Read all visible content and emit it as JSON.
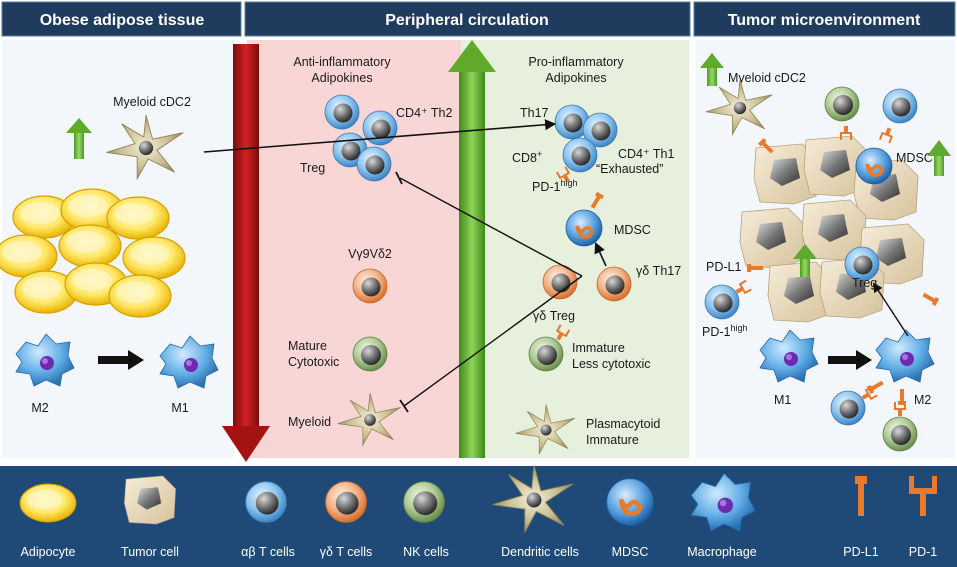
{
  "headers": {
    "obese": "Obese adipose tissue",
    "peripheral": "Peripheral circulation",
    "tumor": "Tumor microenvironment"
  },
  "obese": {
    "myeloid_cdc2": "Myeloid cDC2",
    "m2": "M2",
    "m1": "M1"
  },
  "peripheral": {
    "anti_inflammatory_line1": "Anti-inflammatory",
    "anti_inflammatory_line2": "Adipokines",
    "pro_inflammatory_line1": "Pro-inflammatory",
    "pro_inflammatory_line2": "Adipokines",
    "cd4_th2": "CD4⁺ Th2",
    "treg": "Treg",
    "vg9vd2": "Vγ9Vδ2",
    "mature_line1": "Mature",
    "mature_line2": "Cytotoxic",
    "myeloid": "Myeloid",
    "th17": "Th17",
    "cd4_th1": "CD4⁺ Th1",
    "cd8_base": "CD8",
    "cd8_sup": "+",
    "exhausted": "“Exhausted”",
    "pd1_base": "PD-1",
    "pd1_sup": "high",
    "mdsc": "MDSC",
    "gd_th17": "γδ Th17",
    "gd_treg": "γδ Treg",
    "immature_line1": "Immature",
    "immature_line2": "Less cytotoxic",
    "plasmacytoid_line1": "Plasmacytoid",
    "plasmacytoid_line2": "Immature"
  },
  "tumor": {
    "myeloid_cdc2": "Myeloid cDC2",
    "mdsc": "MDSC",
    "pd_l1": "PD-L1",
    "treg": "Treg",
    "pd1_base": "PD-1",
    "pd1_sup": "high",
    "m1": "M1",
    "m2": "M2"
  },
  "legend": {
    "adipocyte": "Adipocyte",
    "tumor_cell": "Tumor cell",
    "ab_t_cells": "αβ T cells",
    "gd_t_cells": "γδ T cells",
    "nk_cells": "NK cells",
    "dendritic_cells": "Dendritic cells",
    "mdsc": "MDSC",
    "macrophage": "Macrophage",
    "pd_l1": "PD-L1",
    "pd_1": "PD-1"
  },
  "colors": {
    "header_bg": "#1f3b5e",
    "legend_bg": "#1f4a78",
    "pink_panel": "#f9d6d6",
    "green_panel": "#e6f0dc",
    "red_arrow": "#b01515",
    "green_arrow": "#5fae2e",
    "orange": "#e97a2b"
  }
}
